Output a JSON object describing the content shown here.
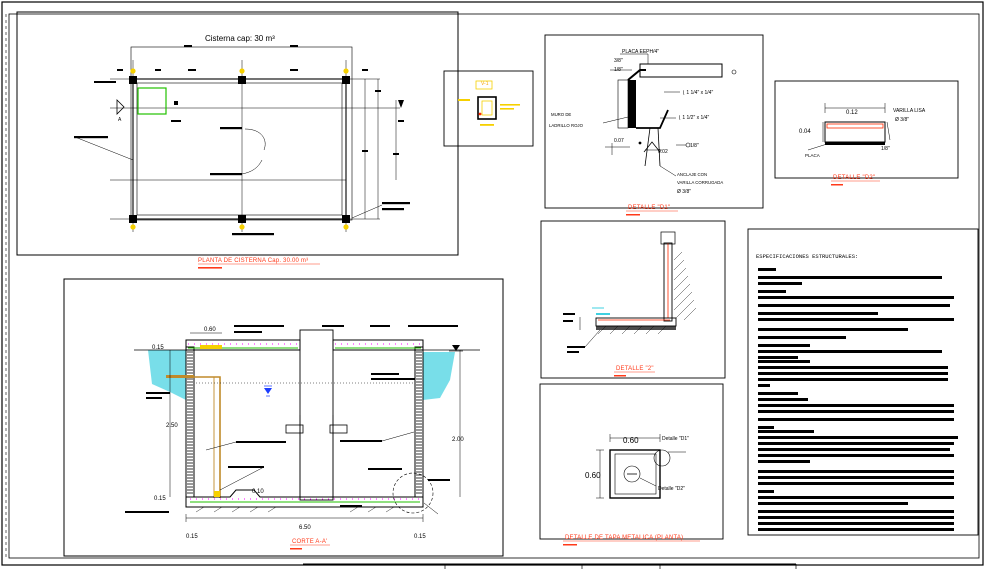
{
  "colors": {
    "paper": "#ffffff",
    "line": "#000000",
    "detail_red": "#ff2a00",
    "water_cyan": "#3fd0e0",
    "marker_yellow": "#f6d000",
    "highlight_green": "#22c000",
    "wood_brown": "#c08a2a",
    "symbol_blue": "#1a3cff",
    "dots_magenta": "#ff00ff"
  },
  "plan": {
    "title": "Cisterna cap: 30 m³",
    "label": "PLANTA DE CISTERNA Cap. 30.00 m³",
    "section_marker": "A"
  },
  "detail_v1": {
    "tag": "V-1"
  },
  "detail_plate": {
    "labels": {
      "plate": "PLACA EEPH/4\"",
      "fillet_top": "3/8\"",
      "fillet_top_sub": "1/8\"",
      "angle_1": "⌊ 1 1/4\" x 1/4\"",
      "angle_2": "⌊ 1 1/2\" x 1/4\"",
      "wall": "MURO DE",
      "wall_2": "LADRILLO ROJO",
      "dim_1": "0.07",
      "dim_2": "0.02",
      "weld": "1/8\"",
      "anchor_1": "ANCLAJE CON",
      "anchor_2": "VARILLA CORRUGADA",
      "anchor_3": "Ø 3/8\""
    },
    "title": "DETALLE \"D1\""
  },
  "detail_d2": {
    "dim_top": "0.12",
    "rod_1": "VARILLA LISA",
    "rod_2": "Ø 3/8\"",
    "dim_left": "0.04",
    "plate": "PLACA",
    "weld": "1/8\"",
    "title": "DETALLE \"D2\""
  },
  "detail_2": {
    "title": "DETALLE \"2\""
  },
  "detail_lid": {
    "dim_top": "0.60",
    "dim_left": "0.60",
    "callout_1": "Detalle \"D1\"",
    "callout_2": "Detalle \"D2\"",
    "title": "DETALLE DE TAPA METALICA (PLANTA)"
  },
  "section": {
    "title": "CORTE A-A'",
    "dims": {
      "top_width": "0.60",
      "slab_left": "0.15",
      "height": "2.50",
      "right_height": "2.00",
      "bottom_left": "0.15",
      "floor": "0.10",
      "total_width": "6.50",
      "foot_left": "0.15",
      "foot_right": "0.15"
    }
  },
  "specs": {
    "title": "ESPECIFICACIONES ESTRUCTURALES:"
  }
}
